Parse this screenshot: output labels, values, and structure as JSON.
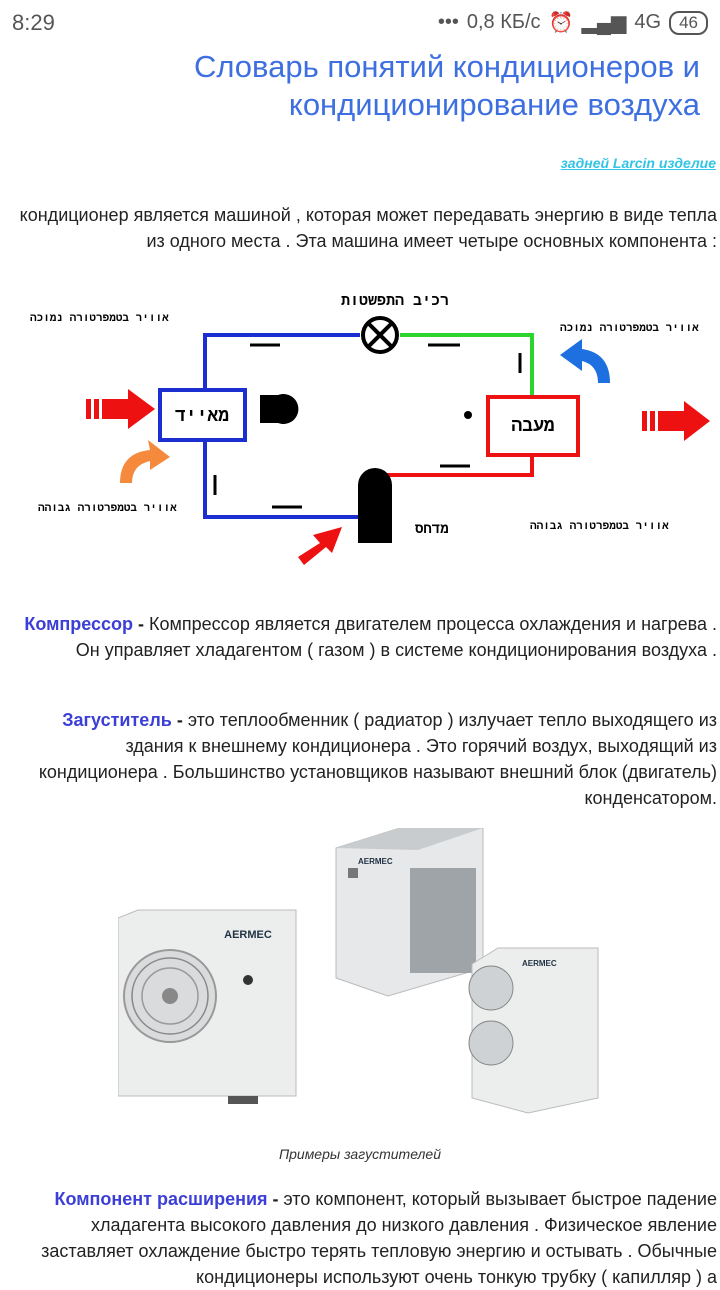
{
  "status": {
    "time": "8:29",
    "dots": "•••",
    "speed": "0,8 КБ/с",
    "network": "4G",
    "battery": "46"
  },
  "article": {
    "title": "Словарь понятий кондиционеров и кондиционирование воздуха",
    "author_link": "задней Larcin изделие",
    "intro": "кондиционер является машиной , которая может передавать энергию в виде тепла из одного места . Эта машина имеет четыре основных компонента :",
    "compressor_term": "Компрессор",
    "compressor_sep": " - ",
    "compressor_text": "Компрессор является двигателем процесса охлаждения и нагрева . Он управляет хладагентом ( газом ) в системе кондиционирования воздуха .",
    "condenser_term": "Загуститель",
    "condenser_sep": " - ",
    "condenser_text": "это теплообменник ( радиатор ) излучает тепло выходящего из здания к внешнему кондиционера . Это горячий воздух, выходящий из кондиционера . Большинство установщиков называют внешний блок (двигатель) конденсатором.",
    "caption": "Примеры загустителей",
    "expansion_term": "Компонент расширения",
    "expansion_sep": " - ",
    "expansion_text": "это компонент, который вызывает быстрое падение хладагента высокого давления до низкого давления . Физическое явление заставляет охлаждение быстро терять тепловую энергию и остывать . Обычные кондиционеры используют очень тонкую трубку ( капилляр ) а"
  },
  "diagram": {
    "expansion_label": "רכיב התפשטות",
    "evaporator_label": "מאייד",
    "condenser_label": "מעבה",
    "compressor_label": "מדחס",
    "air_low_left": "אוויר בטמפרטורה נמוכה",
    "air_low_right": "אוויר בטמפרטורה נמוכה",
    "air_high_left": "אוויר בטמפרטורה גבוהה",
    "air_high_right": "אוויר בטמפרטורה גבוהה"
  },
  "photos": {
    "brand": "AERMEC"
  }
}
